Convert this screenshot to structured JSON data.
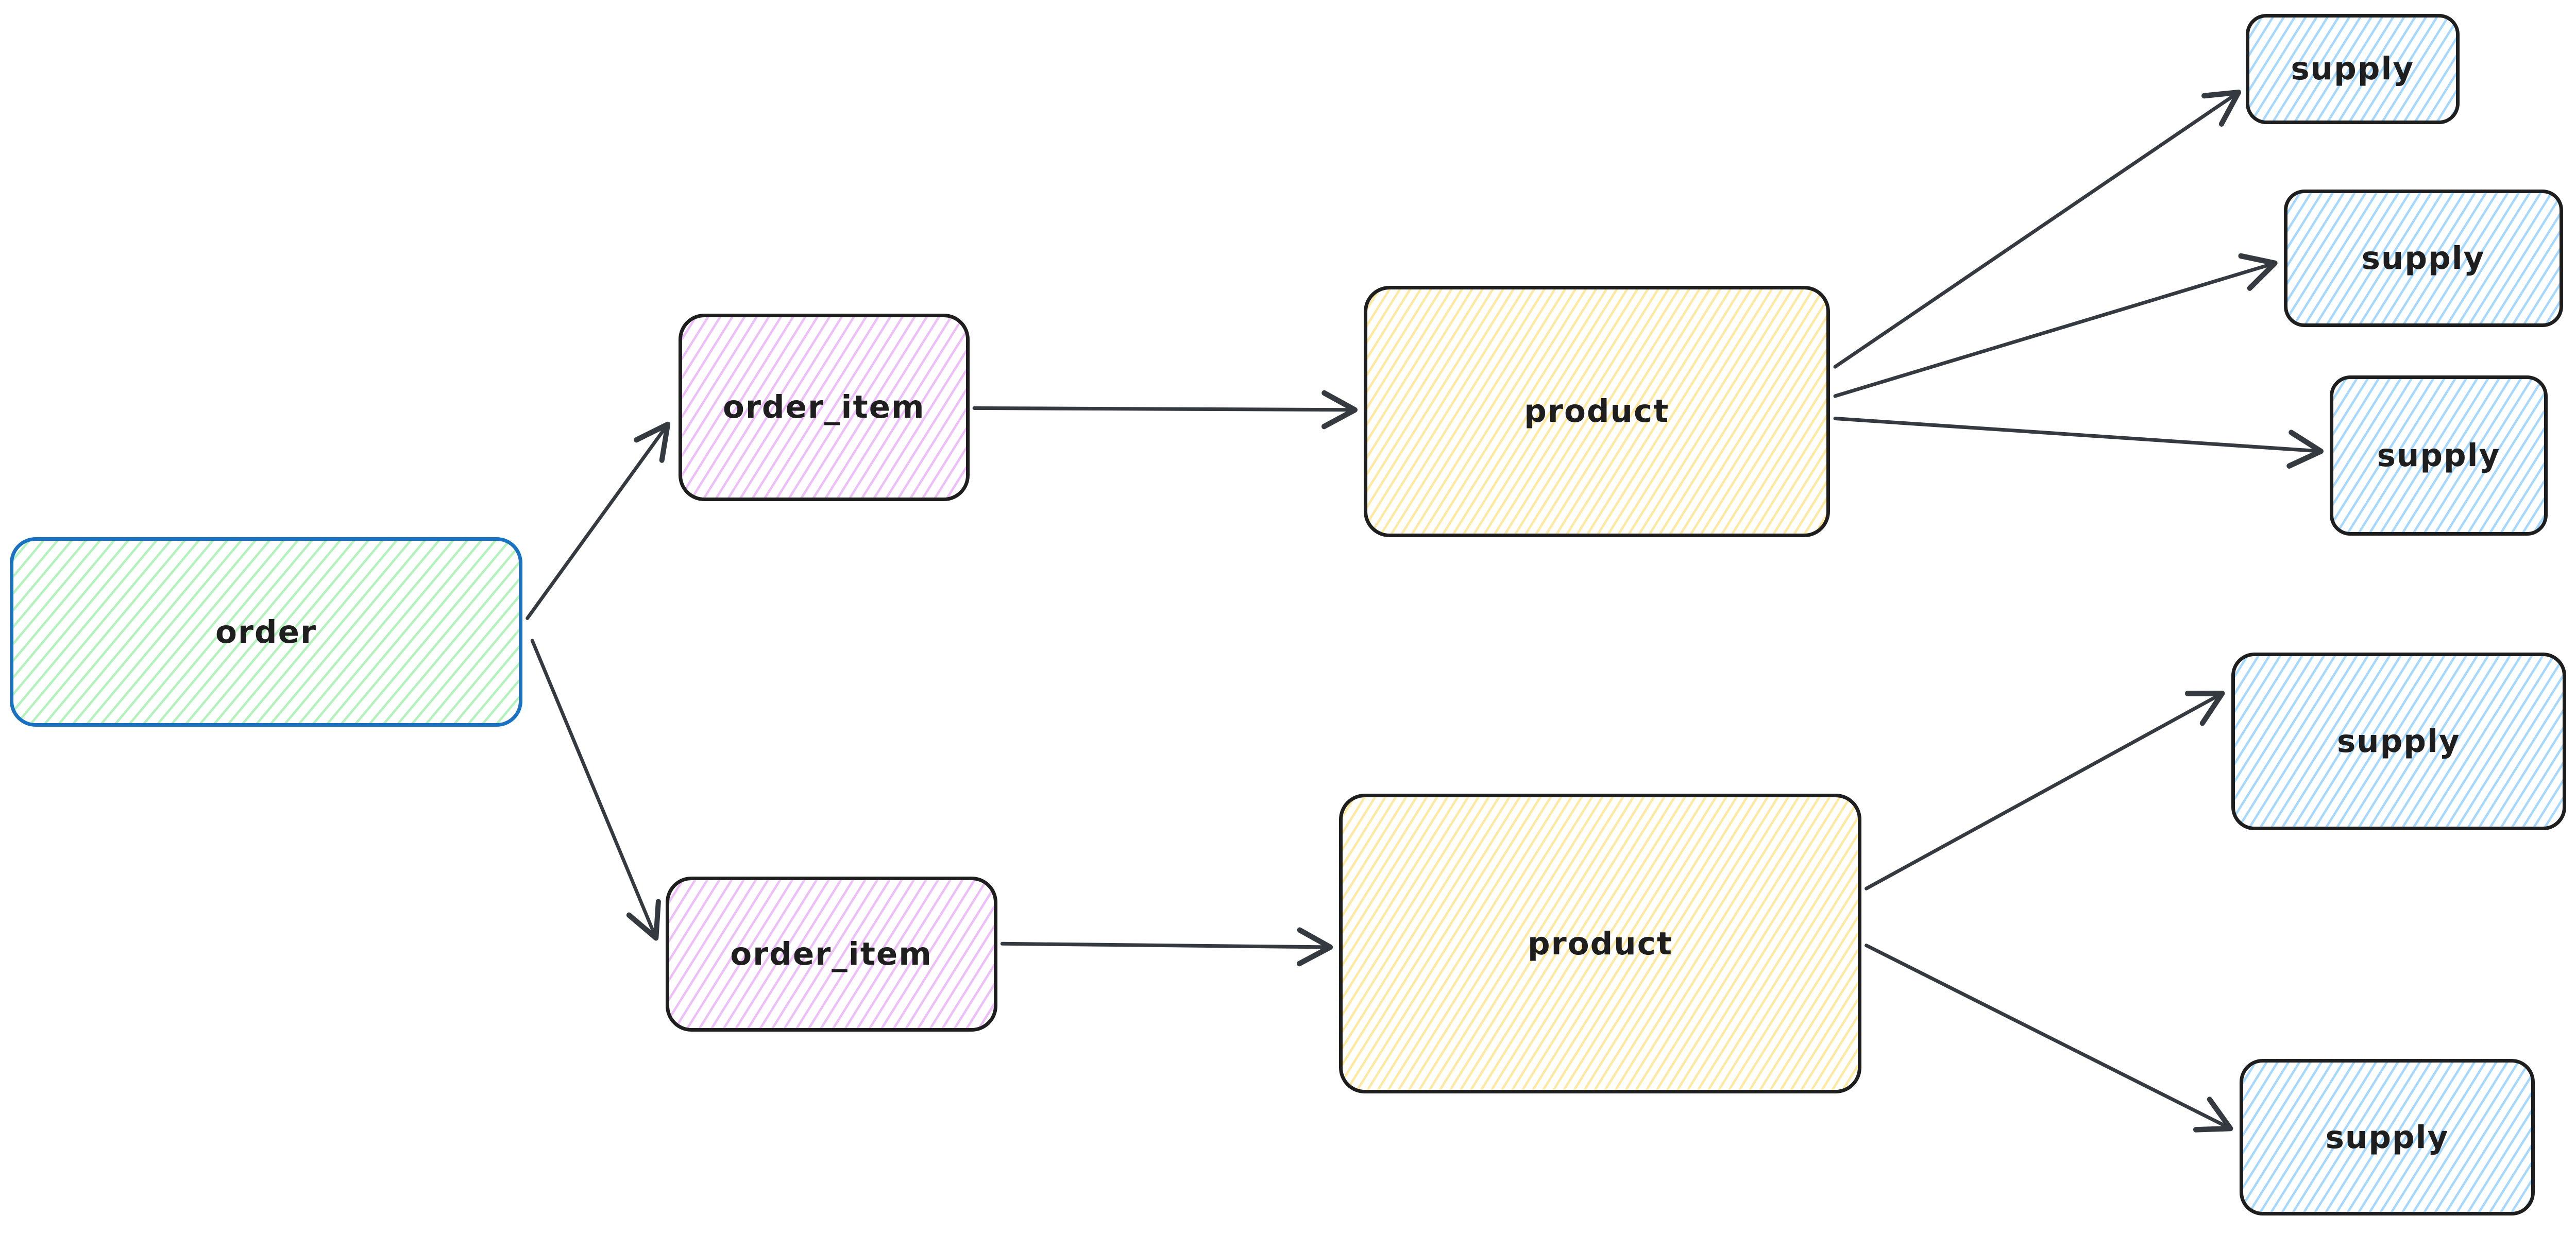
{
  "diagram": {
    "background_color": "#ffffff",
    "arrow_color": "#343a40",
    "nodes": {
      "order": {
        "label": "order",
        "stroke_color": "#1971c2",
        "hatch_color": "#b2f2bb",
        "shape": "rounded-rectangle"
      },
      "order_item_1": {
        "label": "order_item",
        "stroke_color": "#1e1e1e",
        "hatch_color": "#eebefa",
        "shape": "rounded-rectangle"
      },
      "order_item_2": {
        "label": "order_item",
        "stroke_color": "#1e1e1e",
        "hatch_color": "#eebefa",
        "shape": "rounded-rectangle"
      },
      "product_1": {
        "label": "product",
        "stroke_color": "#1e1e1e",
        "hatch_color": "#ffe9a0",
        "shape": "rounded-rectangle"
      },
      "product_2": {
        "label": "product",
        "stroke_color": "#1e1e1e",
        "hatch_color": "#ffe9a0",
        "shape": "rounded-rectangle"
      },
      "supply_1": {
        "label": "supply",
        "stroke_color": "#1e1e1e",
        "hatch_color": "#a5d8ff",
        "shape": "rounded-rectangle"
      },
      "supply_2": {
        "label": "supply",
        "stroke_color": "#1e1e1e",
        "hatch_color": "#a5d8ff",
        "shape": "rounded-rectangle"
      },
      "supply_3": {
        "label": "supply",
        "stroke_color": "#1e1e1e",
        "hatch_color": "#a5d8ff",
        "shape": "rounded-rectangle"
      },
      "supply_4": {
        "label": "supply",
        "stroke_color": "#1e1e1e",
        "hatch_color": "#a5d8ff",
        "shape": "rounded-rectangle"
      },
      "supply_5": {
        "label": "supply",
        "stroke_color": "#1e1e1e",
        "hatch_color": "#a5d8ff",
        "shape": "rounded-rectangle"
      }
    },
    "edges": [
      {
        "from": "order",
        "to": "order_item_1",
        "arrowhead": "open-v"
      },
      {
        "from": "order",
        "to": "order_item_2",
        "arrowhead": "open-v"
      },
      {
        "from": "order_item_1",
        "to": "product_1",
        "arrowhead": "open-v"
      },
      {
        "from": "order_item_2",
        "to": "product_2",
        "arrowhead": "open-v"
      },
      {
        "from": "product_1",
        "to": "supply_1",
        "arrowhead": "open-v"
      },
      {
        "from": "product_1",
        "to": "supply_2",
        "arrowhead": "open-v"
      },
      {
        "from": "product_1",
        "to": "supply_3",
        "arrowhead": "open-v"
      },
      {
        "from": "product_2",
        "to": "supply_4",
        "arrowhead": "open-v"
      },
      {
        "from": "product_2",
        "to": "supply_5",
        "arrowhead": "open-v"
      }
    ]
  }
}
